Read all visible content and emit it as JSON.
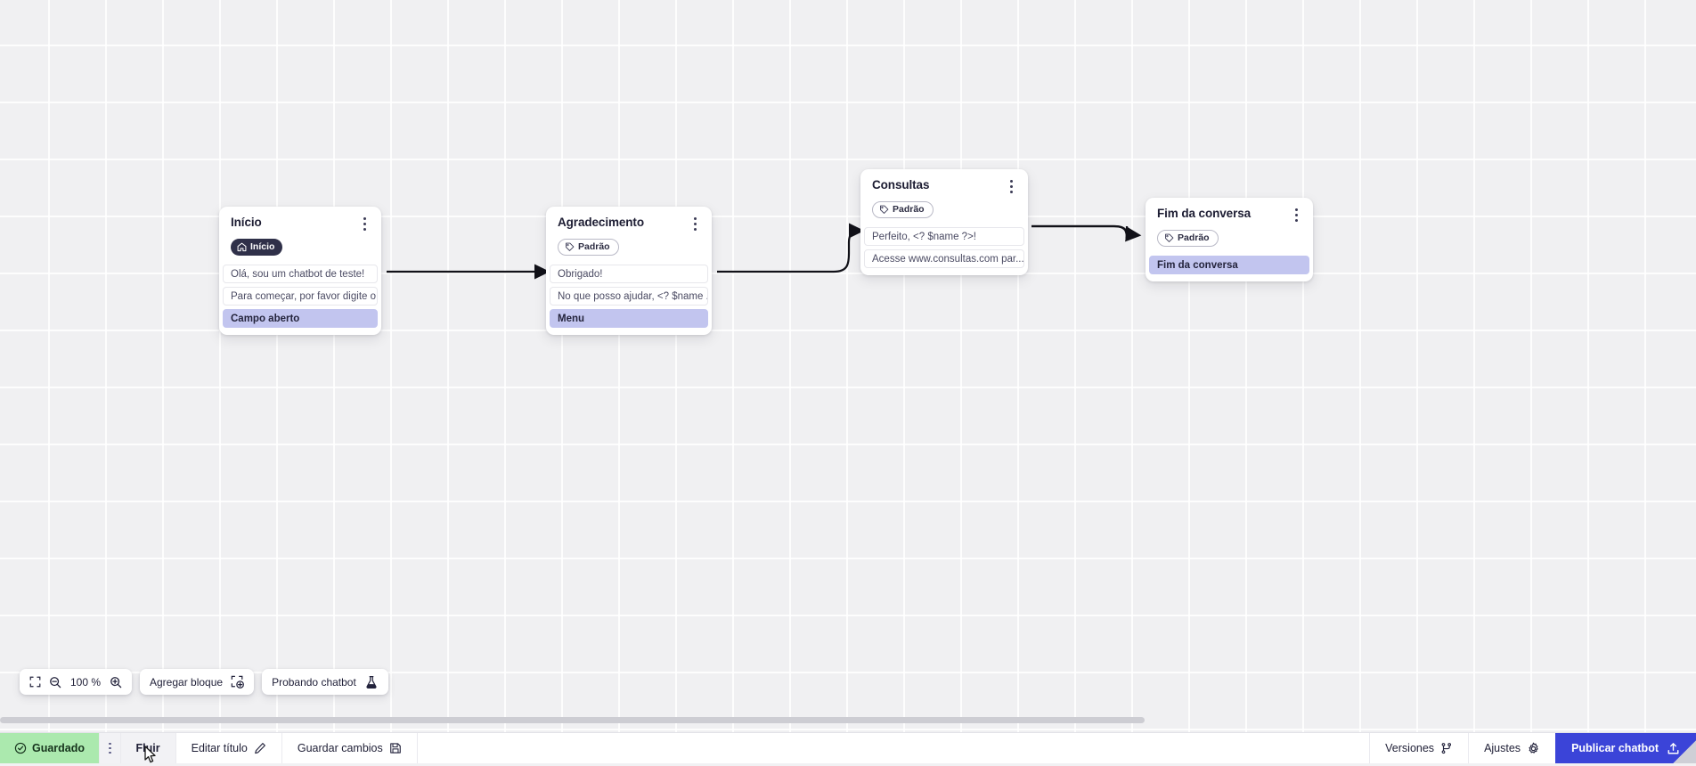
{
  "canvas": {
    "zoom_level": "100 %",
    "nodes": [
      {
        "id": "inicio",
        "title": "Início",
        "badge": {
          "label": "Início",
          "icon": "home-icon",
          "style": "dark"
        },
        "rows": [
          {
            "text": "Olá, sou um chatbot de teste!",
            "accent": false
          },
          {
            "text": "Para começar, por favor digite o ...",
            "accent": false
          },
          {
            "text": "Campo aberto",
            "accent": true
          }
        ]
      },
      {
        "id": "agradecimento",
        "title": "Agradecimento",
        "badge": {
          "label": "Padrão",
          "icon": "tag-icon",
          "style": "outline"
        },
        "rows": [
          {
            "text": "Obrigado!",
            "accent": false
          },
          {
            "text": "No que posso ajudar, <? $name ...",
            "accent": false
          },
          {
            "text": "Menu",
            "accent": true
          }
        ]
      },
      {
        "id": "consultas",
        "title": "Consultas",
        "badge": {
          "label": "Padrão",
          "icon": "tag-icon",
          "style": "outline"
        },
        "rows": [
          {
            "text": "Perfeito, <? $name ?>!",
            "accent": false
          },
          {
            "text": "Acesse www.consultas.com par...",
            "accent": false
          }
        ]
      },
      {
        "id": "fim-da-conversa",
        "title": "Fim da conversa",
        "badge": {
          "label": "Padrão",
          "icon": "tag-icon",
          "style": "outline"
        },
        "rows": [
          {
            "text": "Fim da conversa",
            "accent": true
          }
        ]
      }
    ]
  },
  "float_toolbar": {
    "fit_icon": "fit-screen-icon",
    "zoom_out_icon": "zoom-out-icon",
    "zoom_value": "100 %",
    "zoom_in_icon": "zoom-in-icon",
    "add_block_label": "Agregar bloque",
    "add_block_icon": "add-block-icon",
    "test_chatbot_label": "Probando chatbot",
    "test_chatbot_icon": "flask-icon"
  },
  "statusbar": {
    "saved_label": "Guardado",
    "saved_icon": "check-circle-icon",
    "saved_bg": "#abe9ae",
    "kebab_icon": "kebab-menu-icon",
    "flow_tab_label": "Fluir",
    "edit_title_label": "Editar título",
    "edit_title_icon": "pencil-icon",
    "save_changes_label": "Guardar cambios",
    "save_changes_icon": "floppy-disk-icon",
    "versions_label": "Versiones",
    "versions_icon": "branch-icon",
    "settings_label": "Ajustes",
    "settings_icon": "gear-icon",
    "publish_label": "Publicar chatbot",
    "publish_icon": "upload-icon",
    "publish_bg": "#3b44d8"
  },
  "colors": {
    "canvas_bg": "#f0f0f2",
    "accent_row": "#c2c5ef",
    "badge_dark": "#2f3049",
    "publish_blue": "#3b44d8",
    "saved_green": "#abe9ae"
  }
}
